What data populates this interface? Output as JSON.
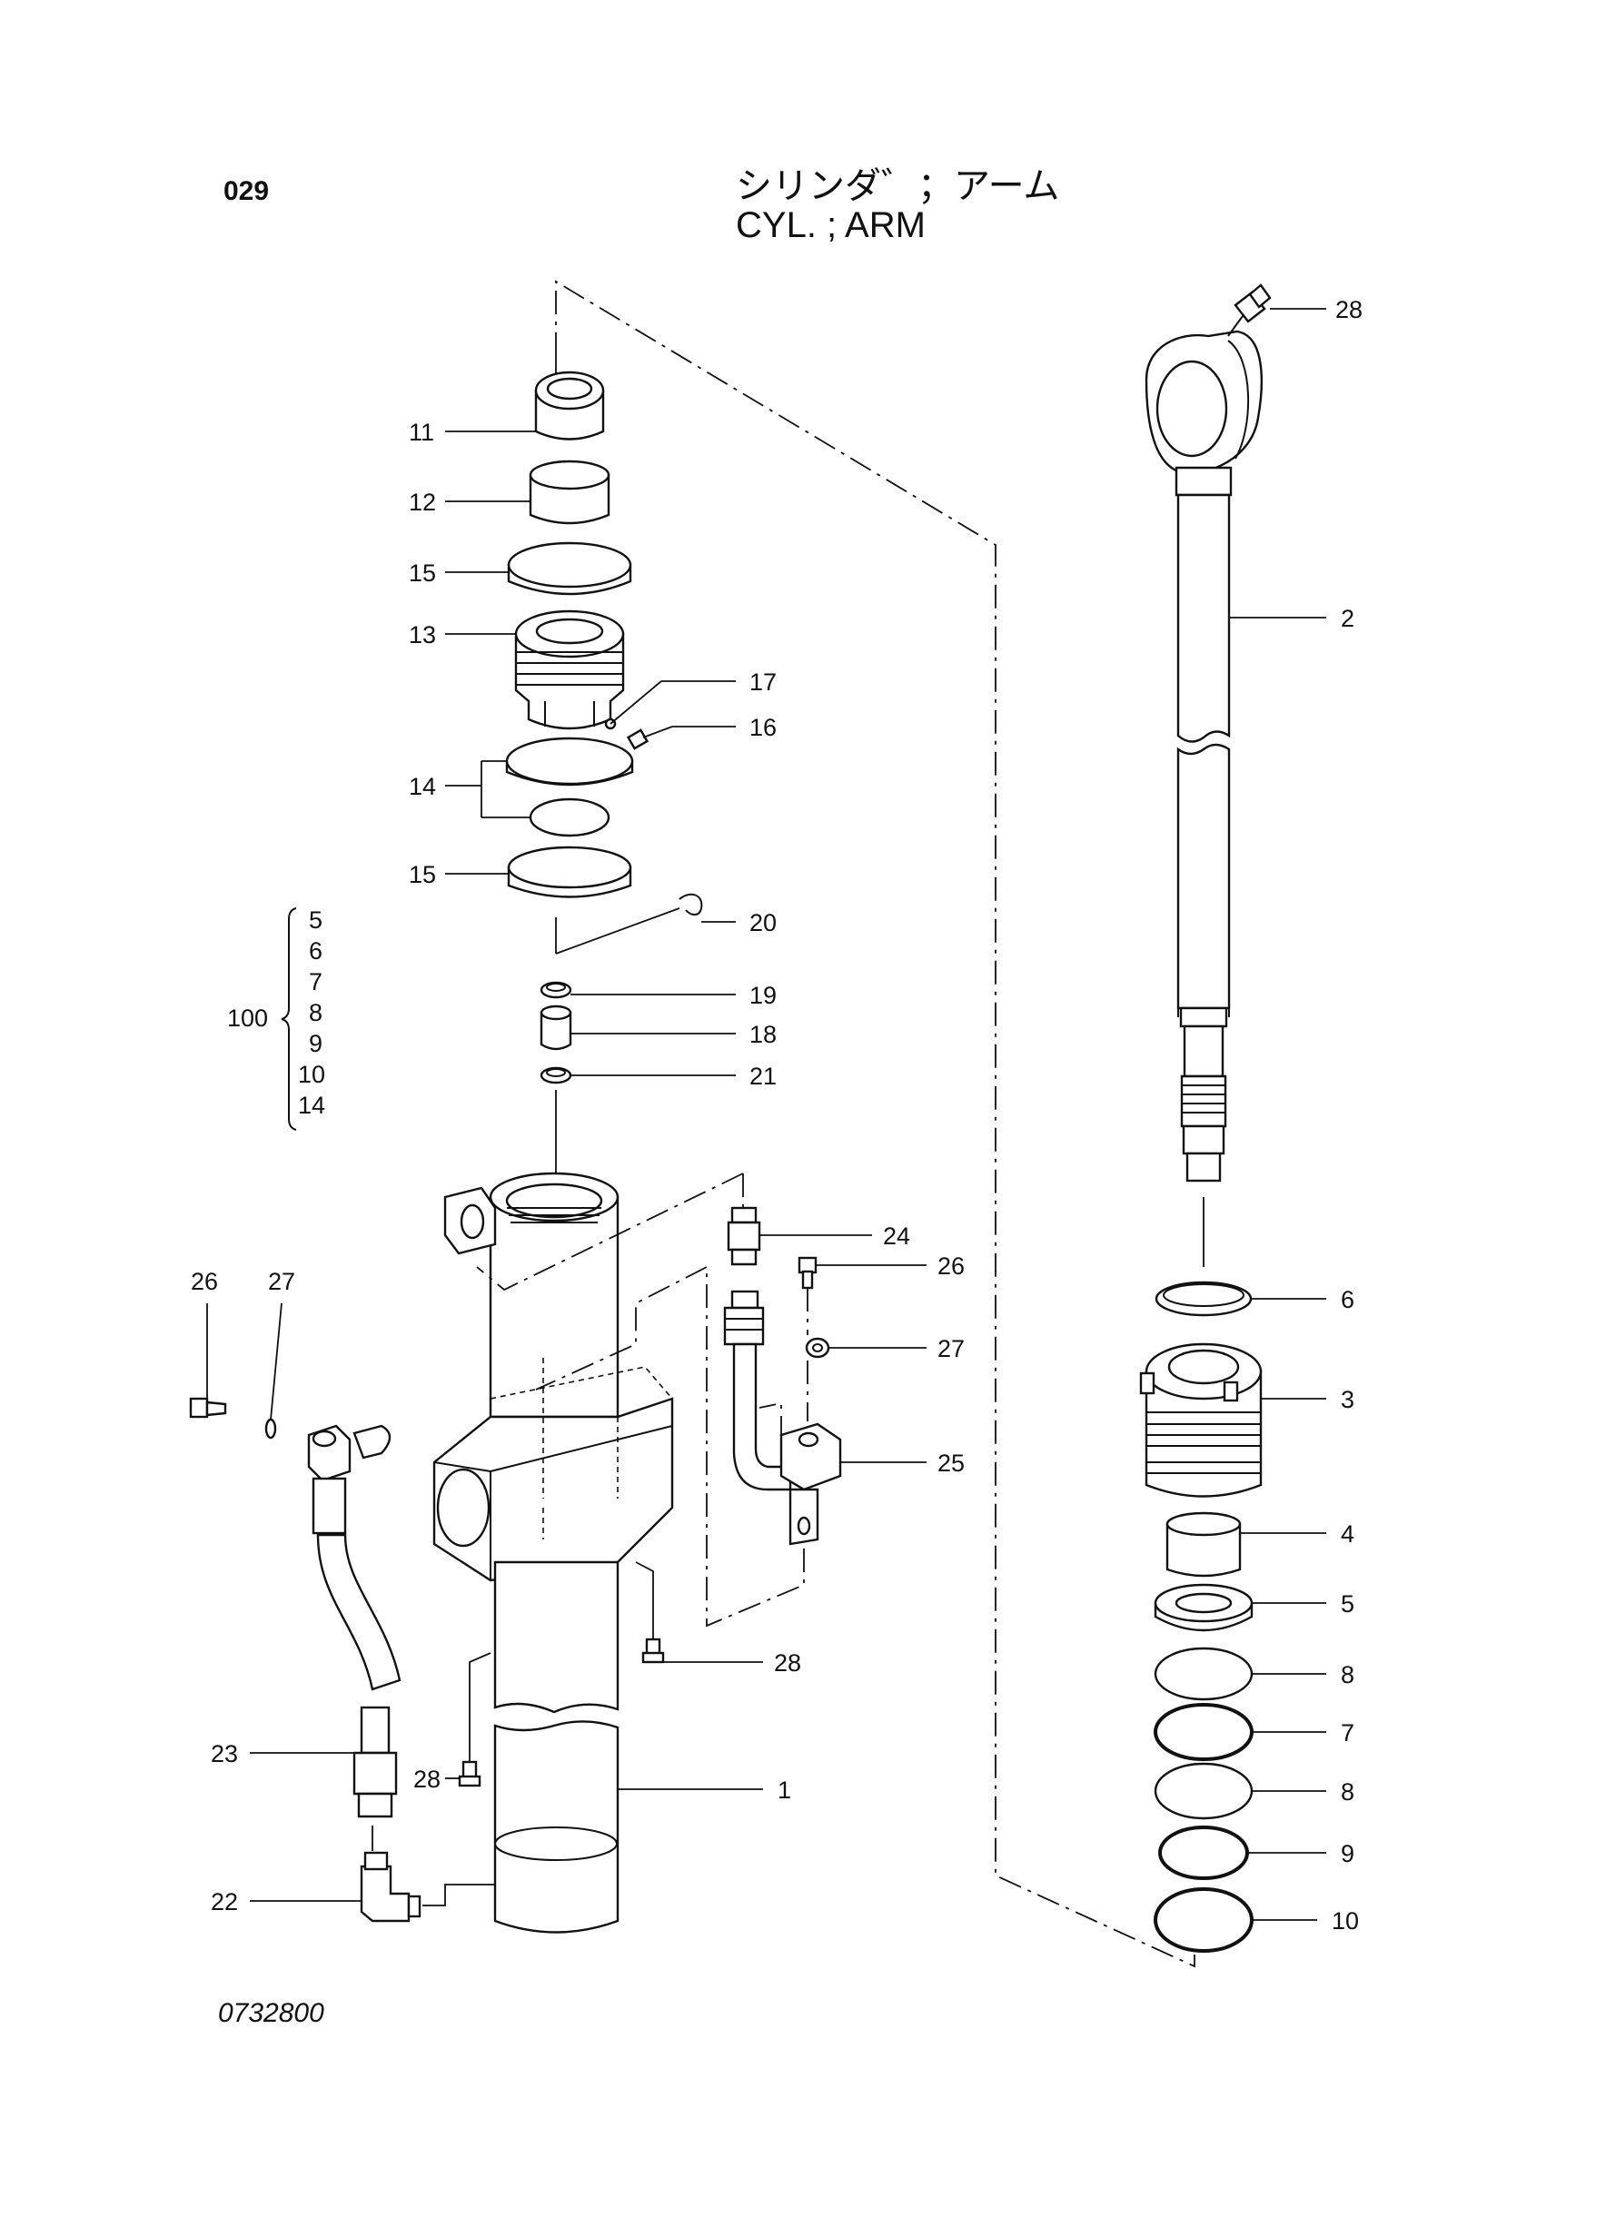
{
  "header": {
    "page_number": "029",
    "title_jp": "シリンダ゛；アーム",
    "title_en": "CYL. ; ARM"
  },
  "footer": {
    "drawing_id": "0732800"
  },
  "colors": {
    "line": "#111111",
    "background": "#ffffff"
  },
  "callouts": {
    "c1": "1",
    "c2": "2",
    "c3": "3",
    "c4": "4",
    "c5": "5",
    "c6": "6",
    "c7": "7",
    "c8a": "8",
    "c8b": "8",
    "c9": "9",
    "c10": "10",
    "c11": "11",
    "c12": "12",
    "c13": "13",
    "c14": "14",
    "c15a": "15",
    "c15b": "15",
    "c16": "16",
    "c17": "17",
    "c18": "18",
    "c19": "19",
    "c20": "20",
    "c21": "21",
    "c22": "22",
    "c23": "23",
    "c24": "24",
    "c25": "25",
    "c26a": "26",
    "c26b": "26",
    "c27a": "27",
    "c27b": "27",
    "c28a": "28",
    "c28b": "28",
    "c28c": "28"
  },
  "kit": {
    "label": "100",
    "members": [
      "5",
      "6",
      "7",
      "8",
      "9",
      "10",
      "14"
    ]
  }
}
